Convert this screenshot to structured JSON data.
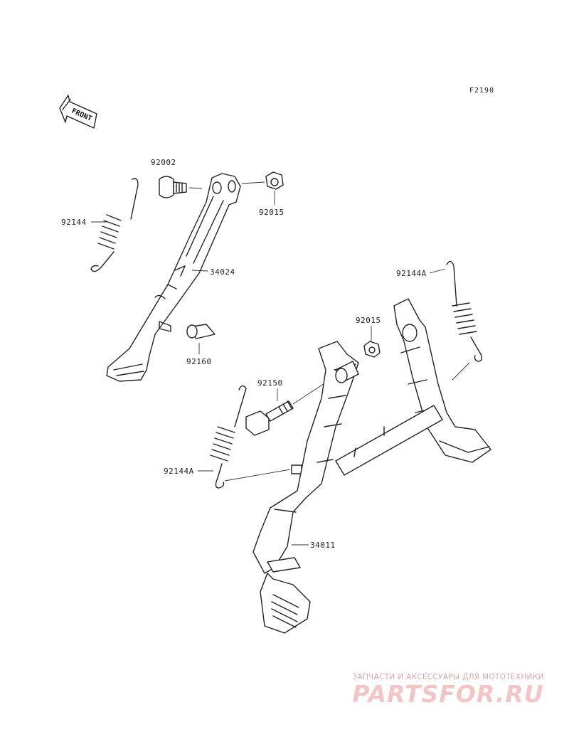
{
  "figure_code": "F2190",
  "front_label": "FRONT",
  "parts": [
    {
      "number": "92002"
    },
    {
      "number": "92144"
    },
    {
      "number": "92015"
    },
    {
      "number": "34024"
    },
    {
      "number": "92160"
    },
    {
      "number": "92144A"
    },
    {
      "number": "92015"
    },
    {
      "number": "92150"
    },
    {
      "number": "92144A"
    },
    {
      "number": "34011"
    }
  ],
  "watermark": {
    "tagline": "ЗАПЧАСТИ И АКСЕССУАРЫ ДЛЯ МОТОТЕХНИКИ",
    "logo": "PARTSFOR.RU"
  }
}
